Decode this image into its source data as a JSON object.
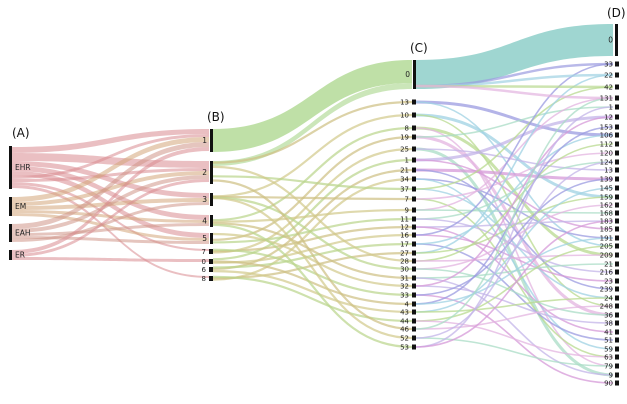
{
  "columns": [
    {
      "label": "(A)",
      "nodes": [
        "EHR",
        "EM",
        "EAH",
        "ER"
      ]
    },
    {
      "label": "(B)",
      "nodes": [
        "1",
        "2",
        "3",
        "4",
        "5",
        "7",
        "0",
        "6",
        "8"
      ]
    },
    {
      "label": "(C)",
      "nodes": [
        "0",
        "13",
        "10",
        "8",
        "19",
        "25",
        "1",
        "21",
        "34",
        "37",
        "7",
        "9",
        "11",
        "12",
        "16",
        "17",
        "27",
        "28",
        "30",
        "31",
        "32",
        "33",
        "4",
        "43",
        "44",
        "46",
        "52",
        "53"
      ]
    },
    {
      "label": "(D)",
      "nodes": [
        "0",
        "33",
        "22",
        "42",
        "131",
        "1",
        "12",
        "153",
        "106",
        "112",
        "120",
        "124",
        "13",
        "139",
        "145",
        "159",
        "162",
        "168",
        "183",
        "185",
        "191",
        "205",
        "209",
        "21",
        "216",
        "23",
        "239",
        "24",
        "248",
        "36",
        "38",
        "41",
        "51",
        "59",
        "63",
        "79",
        "9",
        "90"
      ]
    }
  ],
  "colors": {
    "EHR": "#d98a8f",
    "EM": "#d4a57a",
    "EAH": "#cf9688",
    "ER": "#d98a8f",
    "B_flow": "#cdbf82",
    "B_to_C_main": "#a9d58a",
    "C_to_D_main": "#8ecfc9",
    "node_bar": "#111111",
    "mix": [
      "#d69ad8",
      "#9b9be0",
      "#9fd1e3",
      "#b8d98f",
      "#e3b4e0",
      "#a9dcc6",
      "#c3b4e8"
    ]
  }
}
